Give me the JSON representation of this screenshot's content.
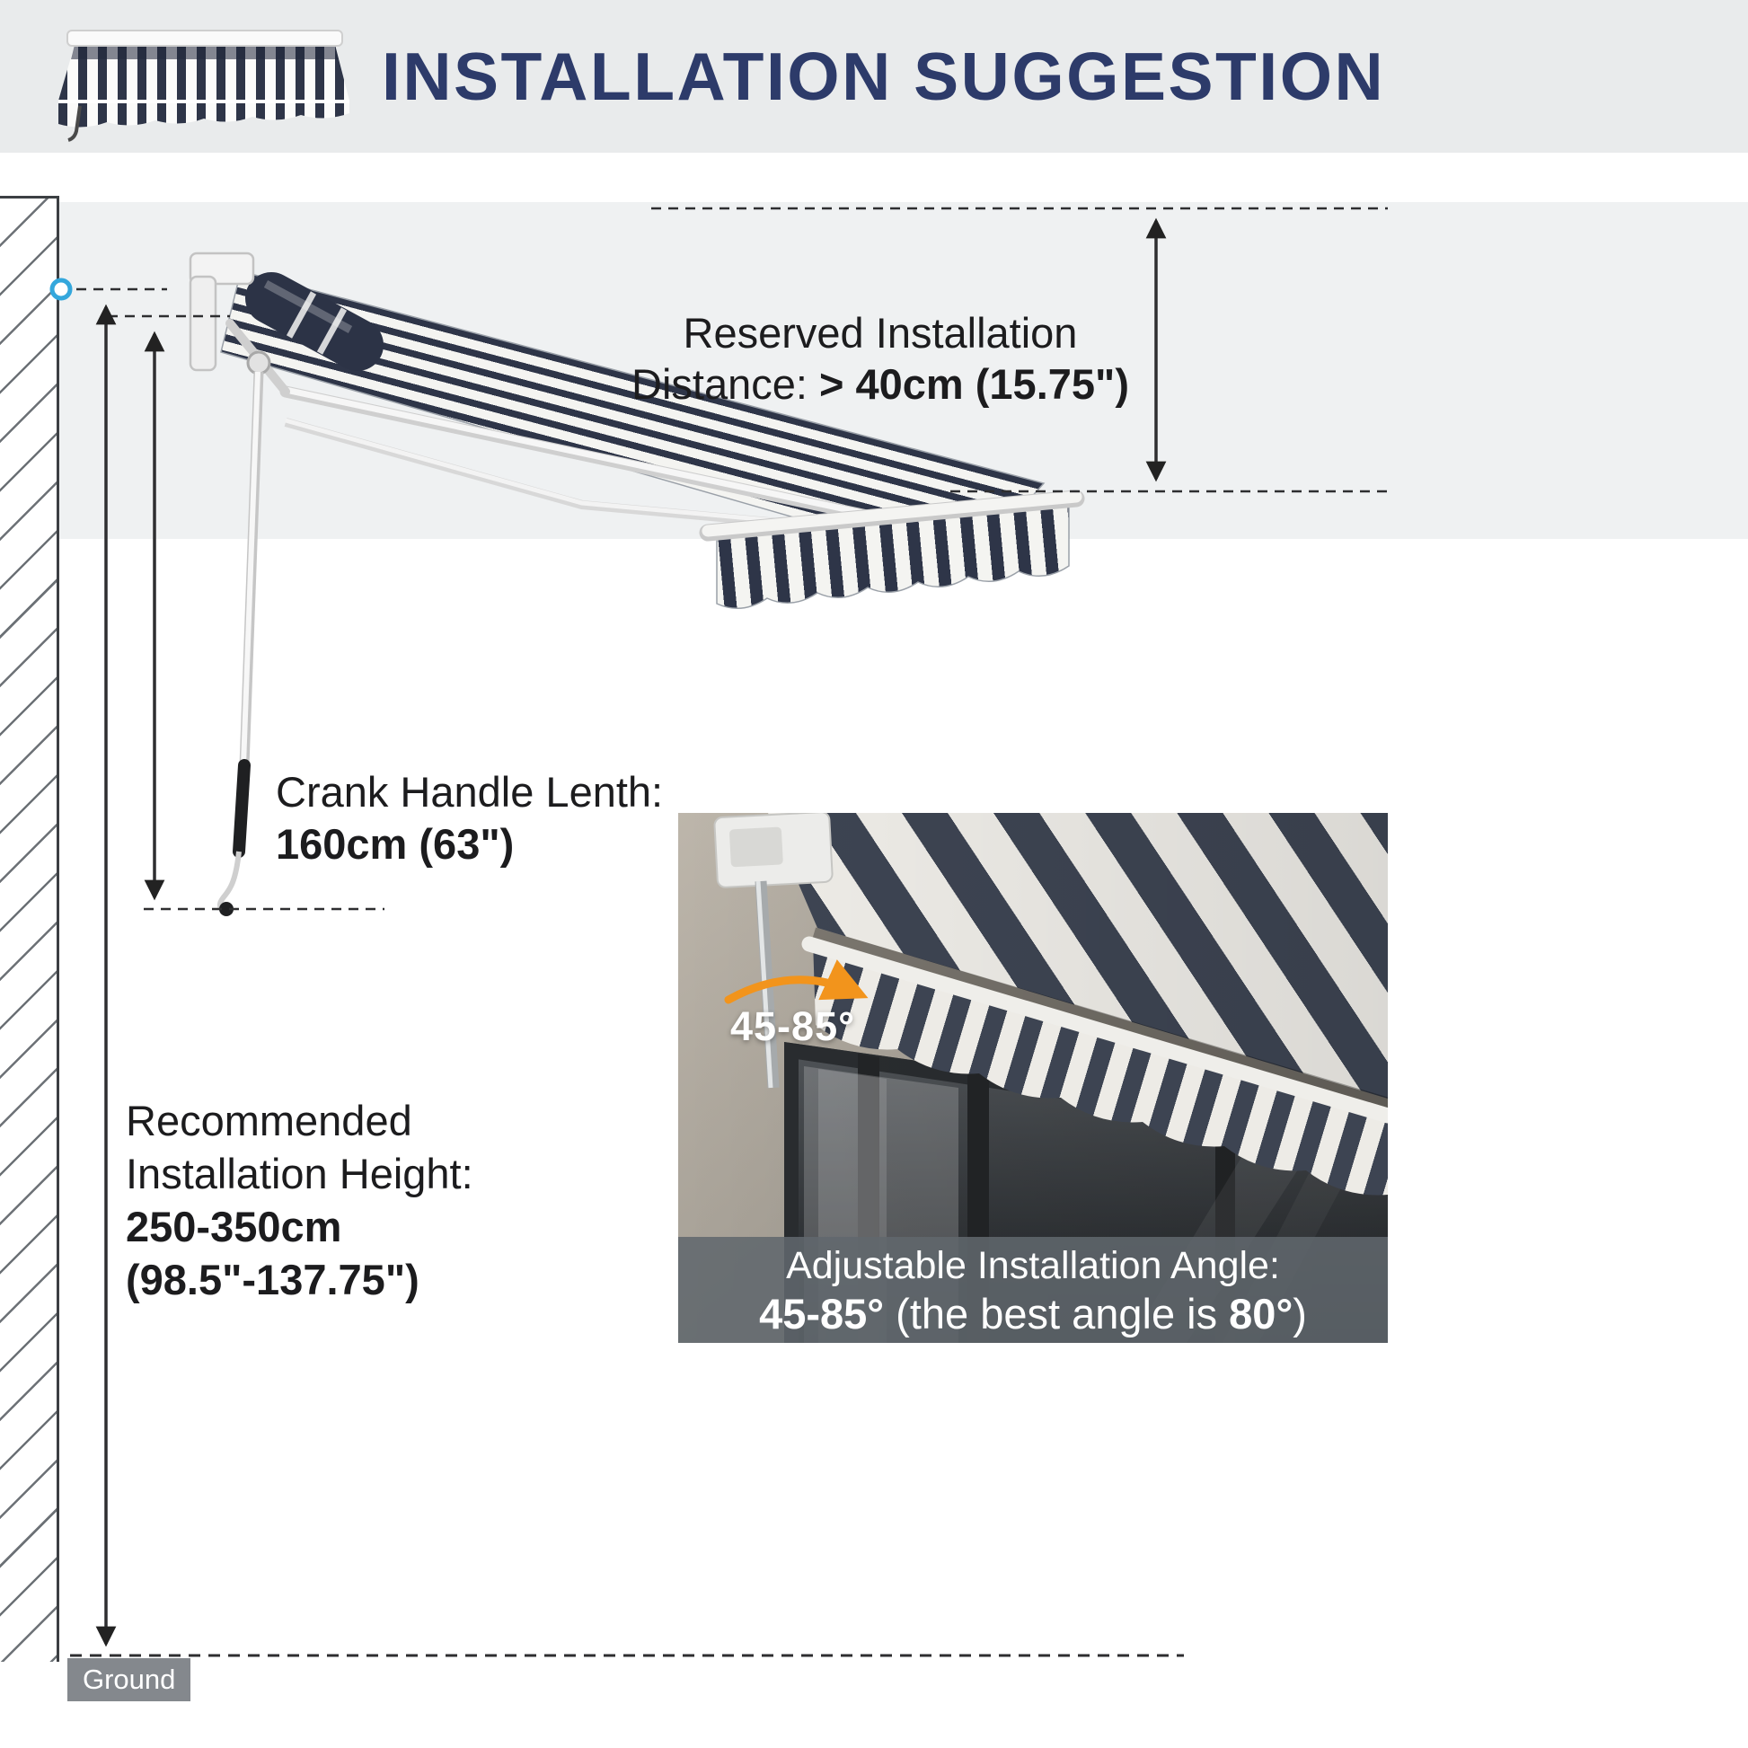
{
  "header": {
    "title": "INSTALLATION SUGGESTION"
  },
  "diagram": {
    "reserved": {
      "line1": "Reserved Installation",
      "label": "Distance: ",
      "value": "> 40cm (15.75\")"
    },
    "crank": {
      "label": "Crank Handle Lenth:",
      "value": "160cm (63\")"
    },
    "height": {
      "line1": "Recommended",
      "line2": "Installation Height:",
      "value1": "250-350cm",
      "value2": "(98.5\"-137.75\")"
    },
    "ground": "Ground"
  },
  "inset": {
    "angle_badge": "45-85°",
    "caption1": "Adjustable Installation Angle:",
    "caption2_value1": "45-85°",
    "caption2_text": " (the best angle is ",
    "caption2_value2": "80°",
    "caption2_close": ")"
  },
  "colors": {
    "title_navy": "#2d3b6a",
    "stripe_navy": "#2e3548",
    "arc_orange": "#f2941c",
    "marker_blue": "#34a7dc"
  }
}
